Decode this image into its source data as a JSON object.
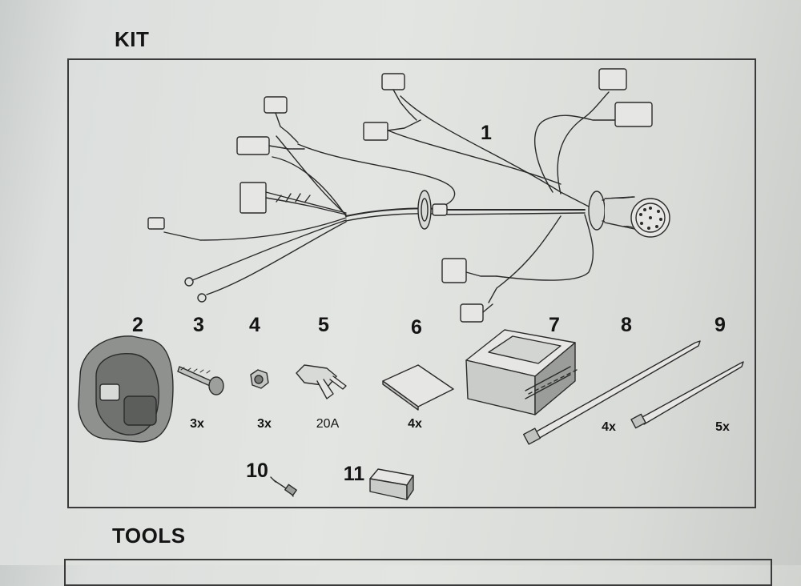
{
  "headings": {
    "kit": "KIT",
    "tools": "TOOLS"
  },
  "items": [
    {
      "number": "1"
    },
    {
      "number": "2"
    },
    {
      "number": "3",
      "quantity": "3x"
    },
    {
      "number": "4",
      "quantity": "3x"
    },
    {
      "number": "5",
      "quantity": "20A"
    },
    {
      "number": "6",
      "quantity": "4x"
    },
    {
      "number": "7"
    },
    {
      "number": "8",
      "quantity": "4x"
    },
    {
      "number": "9",
      "quantity": "5x"
    },
    {
      "number": "10"
    },
    {
      "number": "11"
    }
  ],
  "colors": {
    "line": "#2b2b2b",
    "part_fill": "#e6e7e4",
    "part_shade": "#8e918e"
  }
}
